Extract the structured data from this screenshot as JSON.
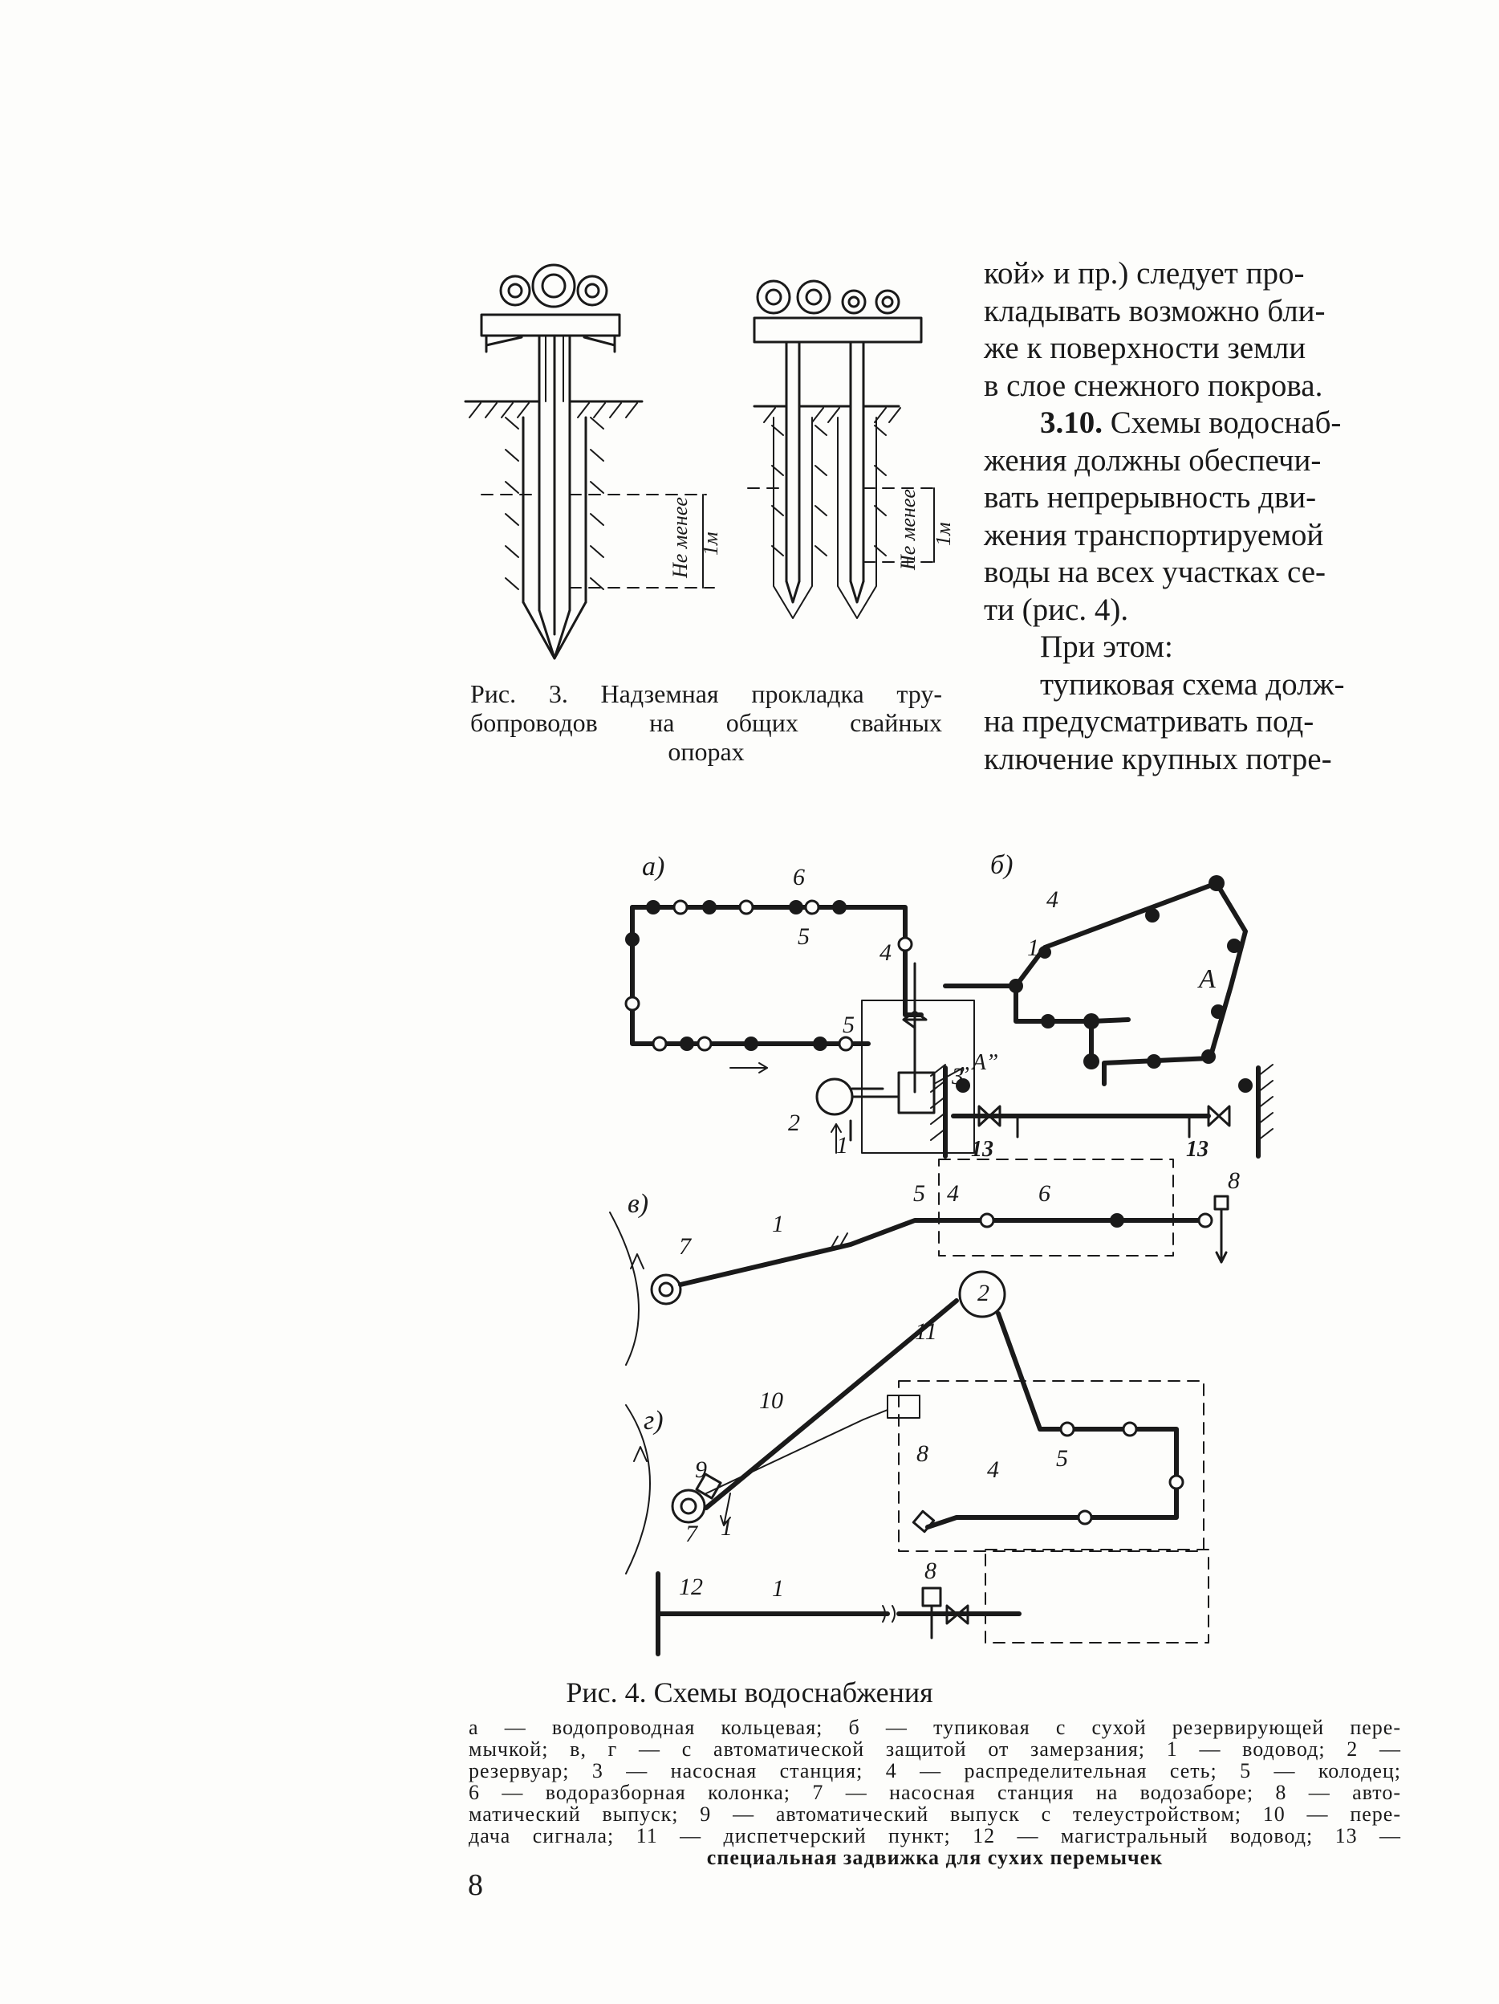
{
  "body_text": {
    "lines": [
      "кой» и пр.)  следует про-",
      "кладывать возможно бли-",
      "же  к поверхности земли",
      "в слое снежного покрова."
    ],
    "section_number": "3.10.",
    "section_lines_first": "Схемы водоснаб-",
    "section_lines": [
      "жения должны обеспечи-",
      "вать  непрерывность дви-",
      "жения транспортируемой",
      "воды на всех участках се-",
      "ти (рис. 4)."
    ],
    "pri_etom": "При этом:",
    "tail_lines_first": "тупиковая схема долж-",
    "tail_lines": [
      "на предусматривать под-",
      "ключение крупных потре-"
    ]
  },
  "figure3": {
    "caption_lines": [
      "Рис. 3. Надземная прокладка тру-",
      "бопроводов на общих свайных"
    ],
    "caption_last": "опорах",
    "label_ne_menee": "Не менее",
    "label_1m": "1м"
  },
  "figure4": {
    "panel_a": "а)",
    "panel_b": "б)",
    "panel_v": "в)",
    "panel_g": "г)",
    "marker_A": "А",
    "marker_A_quoted": "„А”",
    "caption_title": "Рис. 4. Схемы водоснабжения",
    "legend_lines": [
      "а — водопроводная кольцевая; б — тупиковая с сухой резервирующей пере-",
      "мычкой; в, г — с автоматической защитой от замерзания; 1 — водовод; 2 —",
      "резервуар; 3 — насосная станция; 4 — распределительная сеть; 5 — колодец;",
      "6 — водоразборная колонка; 7 — насосная станция на водозаборе; 8 — авто-",
      "матический выпуск; 9 — автоматический выпуск с телеустройством; 10 — пере-",
      "дача сигнала; 11 — диспетчерский пункт; 12 — магистральный водовод; 13 —"
    ],
    "legend_last": "специальная задвижка для сухих перемычек"
  },
  "page_number": "8"
}
